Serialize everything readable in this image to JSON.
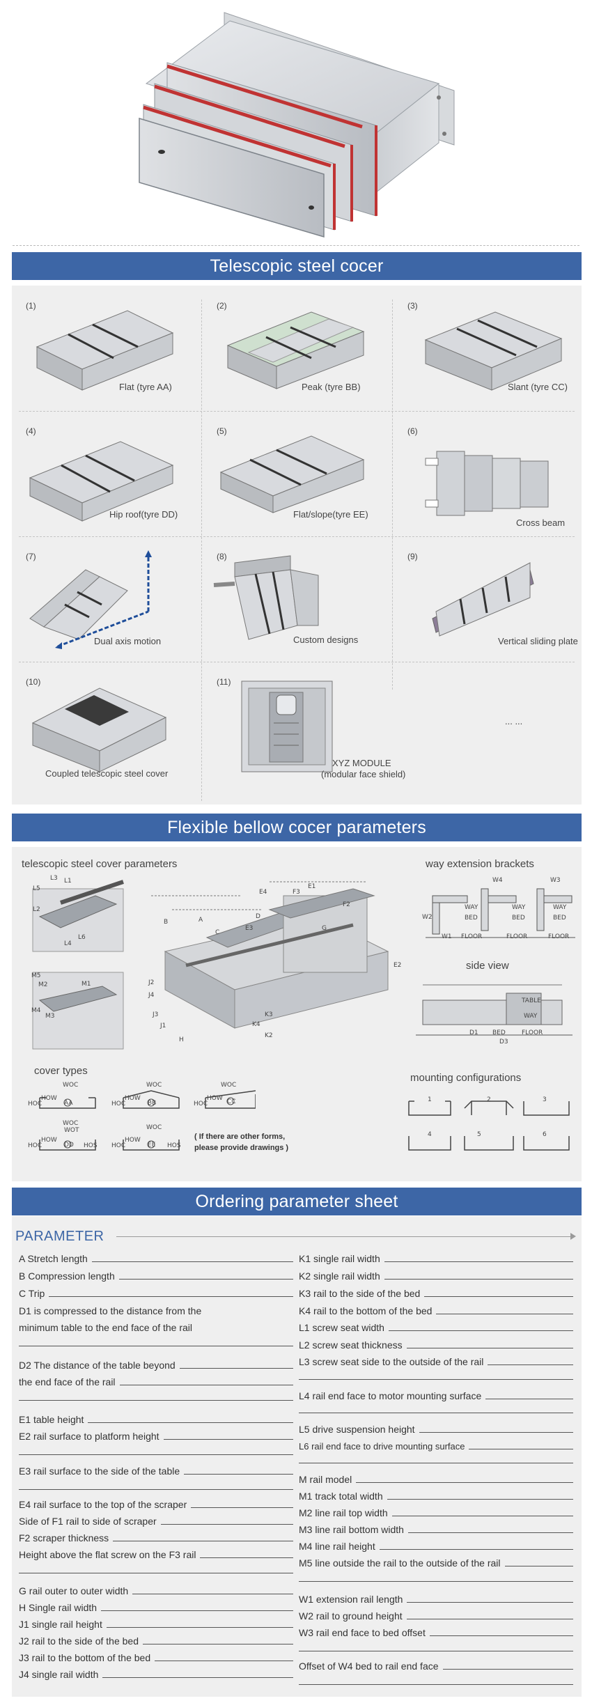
{
  "banners": {
    "types": "Telescopic steel cocer",
    "params": "Flexible bellow cocer parameters",
    "order": "Ordering parameter sheet"
  },
  "types": [
    {
      "num": "(1)",
      "caption": "Flat (tyre AA)"
    },
    {
      "num": "(2)",
      "caption": "Peak (tyre BB)"
    },
    {
      "num": "(3)",
      "caption": "Slant (tyre CC)"
    },
    {
      "num": "(4)",
      "caption": "Hip roof(tyre DD)"
    },
    {
      "num": "(5)",
      "caption": "Flat/slope(tyre EE)"
    },
    {
      "num": "(6)",
      "caption": "Cross beam"
    },
    {
      "num": "(7)",
      "caption": "Dual axis motion"
    },
    {
      "num": "(8)",
      "caption": "Custom designs"
    },
    {
      "num": "(9)",
      "caption": "Vertical sliding plate"
    },
    {
      "num": "(10)",
      "caption": "Coupled telescopic steel cover"
    },
    {
      "num": "(11)",
      "caption": "XYZ MODULE"
    },
    {
      "num": "",
      "caption": "... ..."
    }
  ],
  "xyz_sub": "(modular face shield)",
  "params": {
    "tele_title": "telescopic steel cover parameters",
    "way_title": "way extension brackets",
    "side_title": "side view",
    "cover_title": "cover types",
    "mount_title": "mounting configurations",
    "note": "( If there are other forms, please provide drawings )",
    "way_labels": [
      "W4",
      "W3",
      "W2",
      "WAY",
      "WAY",
      "WAY",
      "BED",
      "BED",
      "BED",
      "FLOOR",
      "FLOOR",
      "FLOOR",
      "W1"
    ],
    "side_labels": [
      "TABLE",
      "WAY",
      "BED",
      "FLOOR",
      "D1",
      "D3"
    ],
    "cover_labels": [
      "WOC",
      "HOC",
      "HOW",
      "AA",
      "WOC",
      "HOC",
      "HOW",
      "BB",
      "WOC",
      "HOC",
      "HOW",
      "CC",
      "WOC",
      "WOT",
      "HOC",
      "HOW",
      "DD",
      "HOS",
      "WOC",
      "HOC",
      "HOW",
      "EE",
      "HOS"
    ],
    "mount_nums": [
      "1",
      "2",
      "3",
      "4",
      "5",
      "6"
    ],
    "tele_labels": [
      "L5",
      "L3",
      "L1",
      "L2",
      "L6",
      "L4",
      "M5",
      "M2",
      "M1",
      "M4",
      "M3",
      "E4",
      "F3",
      "E1",
      "F2",
      "D",
      "E3",
      "E2",
      "B",
      "A",
      "C",
      "J2",
      "J4",
      "J3",
      "J1",
      "G",
      "H",
      "K4",
      "K3",
      "K2"
    ]
  },
  "sheet": {
    "heading": "PARAMETER",
    "left": [
      "A Stretch length",
      "B Compression length",
      "C Trip",
      "D1 is compressed to the distance from the",
      "minimum table to the end face of the rail",
      "D2 The distance of the table beyond",
      "the end face of the rail",
      "E1 table height",
      "E2 rail surface to platform height",
      "E3 rail surface to the side of the table",
      "E4 rail surface to the top of the scraper",
      "Side of F1 rail to side of scraper",
      "F2 scraper thickness",
      "Height above the flat screw on the F3 rail",
      "G rail outer to outer width",
      "H Single rail width",
      "J1 single rail height",
      "J2 rail to the side of the bed",
      "J3 rail to the bottom of the bed",
      "J4 single rail width"
    ],
    "right": [
      "K1 single rail width",
      "K2 single rail width",
      "K3 rail to the side of the bed",
      "K4 rail to the bottom of the bed",
      "L1 screw seat width",
      "L2 screw seat thickness",
      "L3 screw seat side to the outside of the rail",
      "L4 rail end face to motor mounting surface",
      "L5 drive suspension height",
      "L6 rail end face to drive mounting surface",
      "M rail model",
      "M1 track total width",
      "M2 line rail top width",
      "M3 line rail bottom width",
      "M4 line rail height",
      "M5 line outside the rail to the outside of the rail",
      "W1 extension rail length",
      "W2 rail to ground height",
      "W3 rail end face to bed offset",
      "Offset of W4 bed to rail end face"
    ]
  },
  "colors": {
    "banner": "#3d66a6",
    "panel": "#efefef",
    "seal": "#c03333"
  }
}
